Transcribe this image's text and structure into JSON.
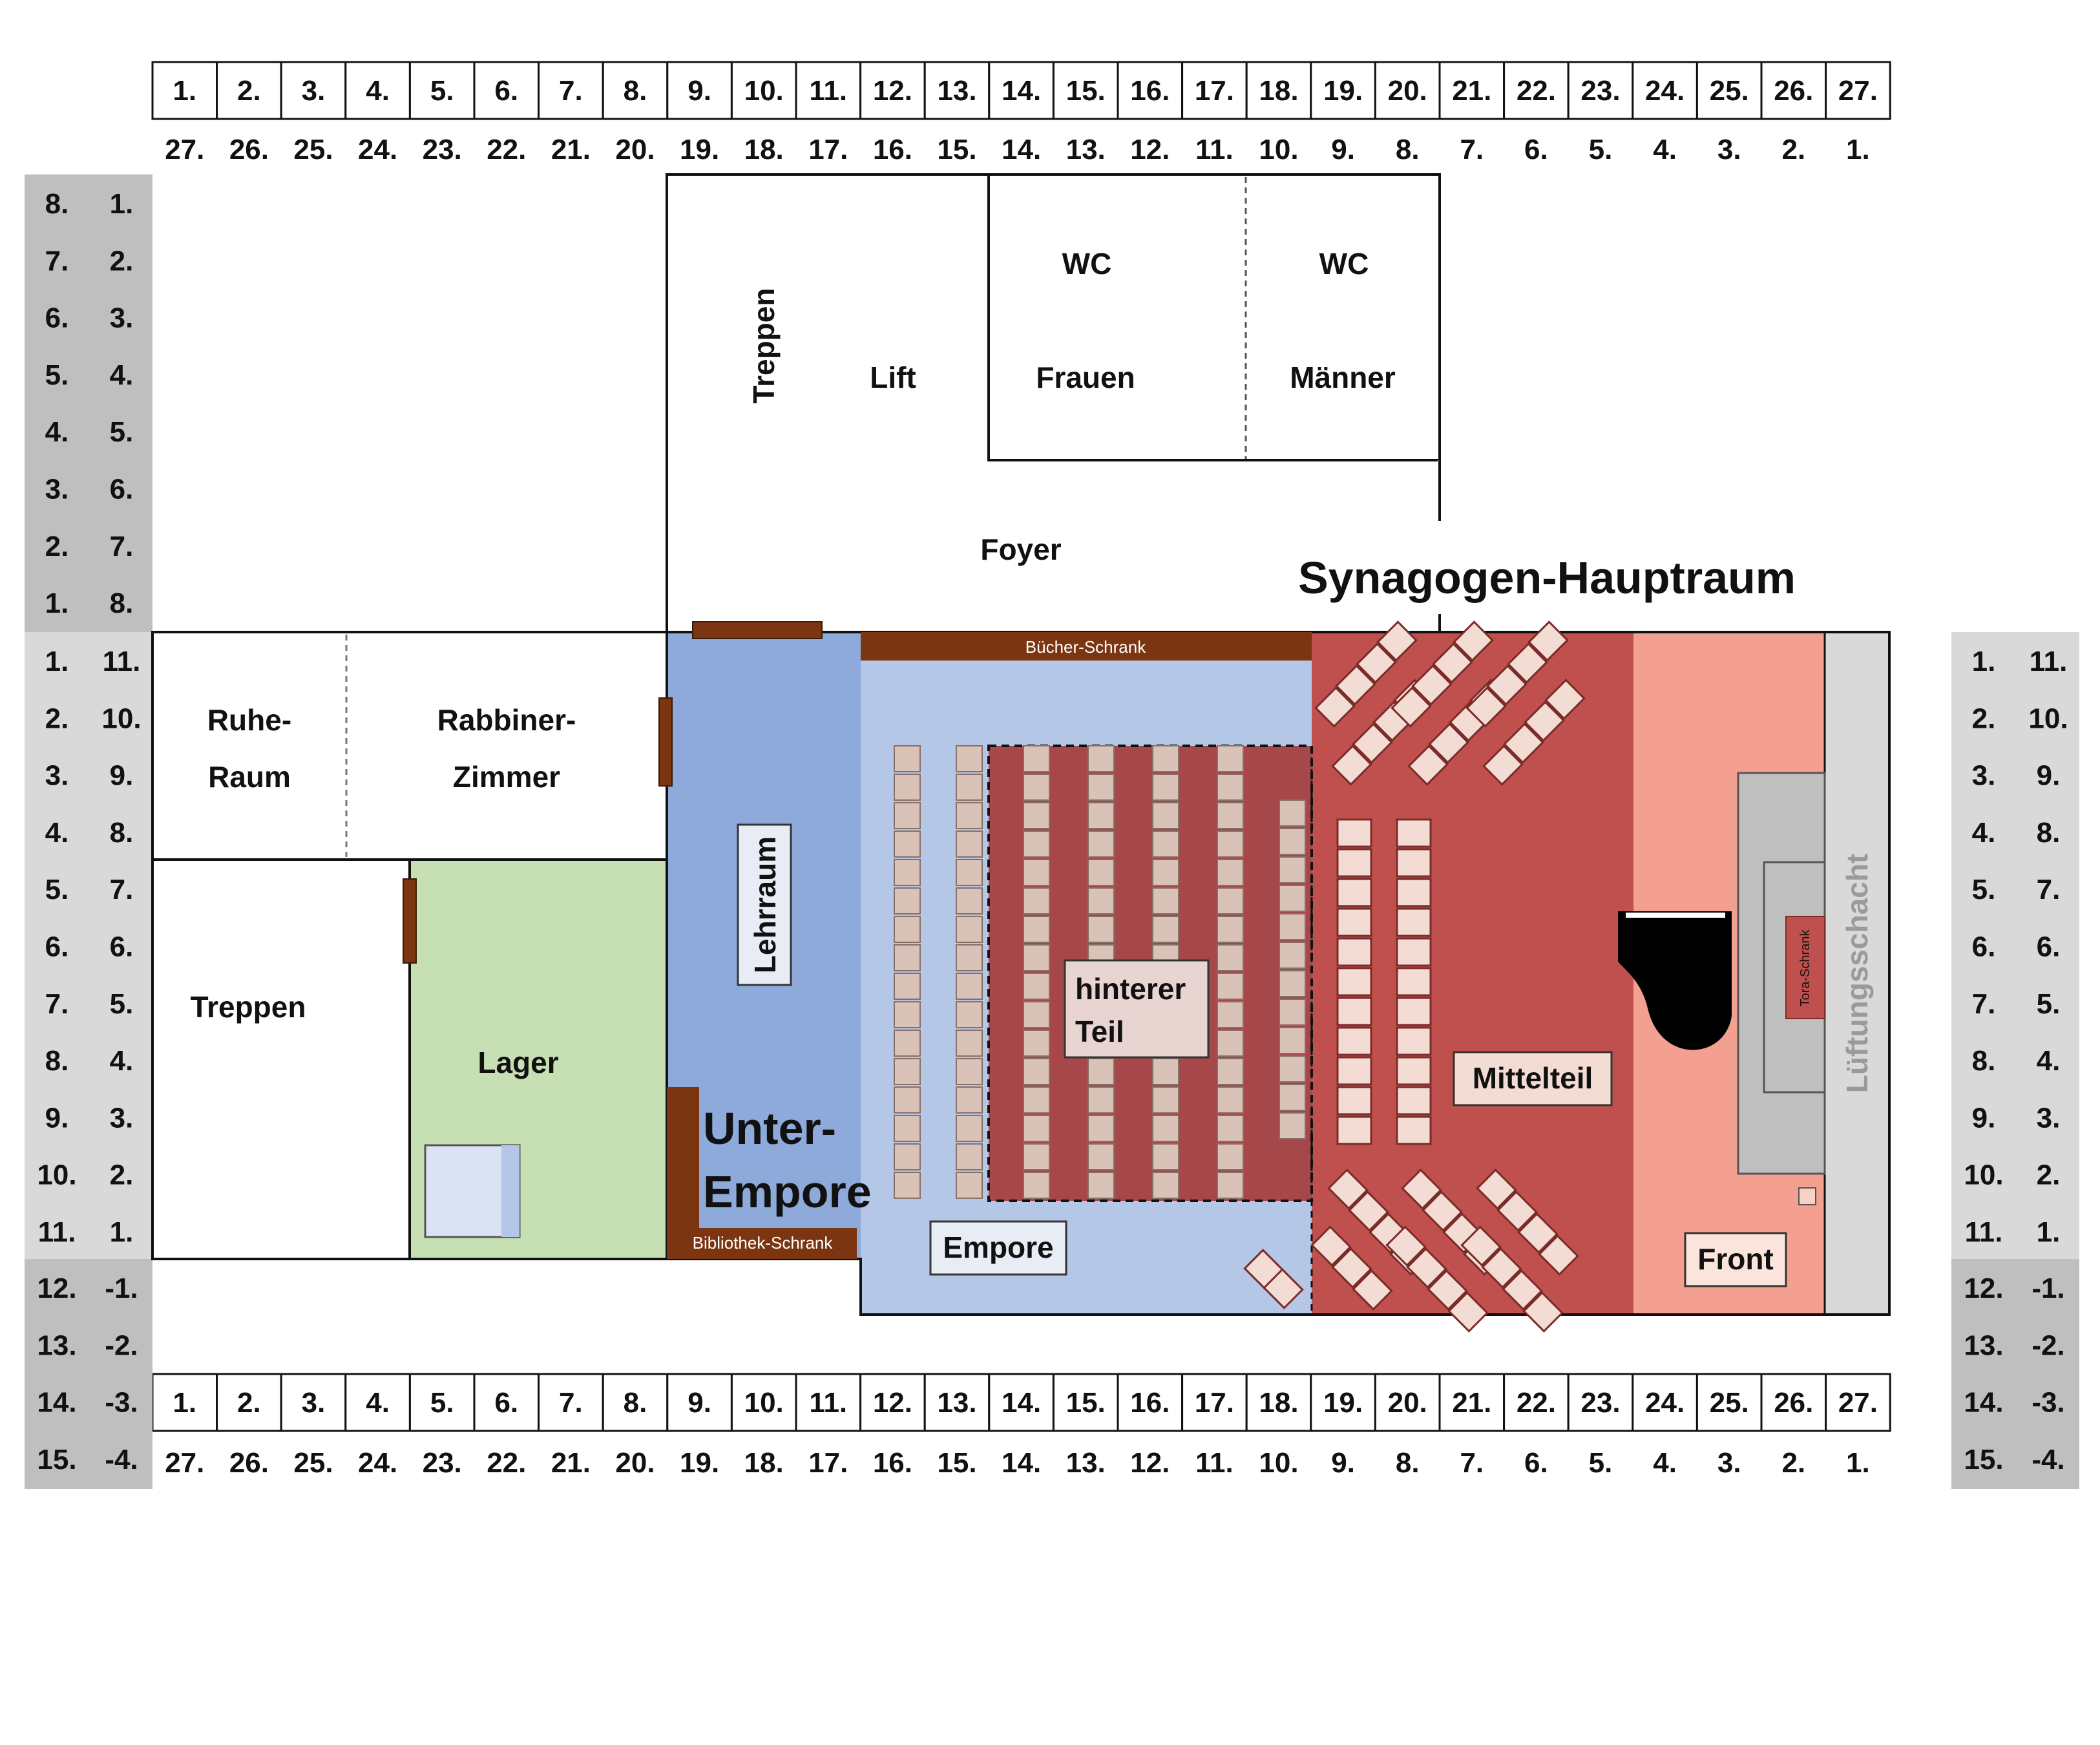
{
  "grid": {
    "top_row_a": [
      "1.",
      "2.",
      "3.",
      "4.",
      "5.",
      "6.",
      "7.",
      "8.",
      "9.",
      "10.",
      "11.",
      "12.",
      "13.",
      "14.",
      "15.",
      "16.",
      "17.",
      "18.",
      "19.",
      "20.",
      "21.",
      "22.",
      "23.",
      "24.",
      "25.",
      "26.",
      "27."
    ],
    "top_row_b": [
      "27.",
      "26.",
      "25.",
      "24.",
      "23.",
      "22.",
      "21.",
      "20.",
      "19.",
      "18.",
      "17.",
      "16.",
      "15.",
      "14.",
      "13.",
      "12.",
      "11.",
      "10.",
      "9.",
      "8.",
      "7.",
      "6.",
      "5.",
      "4.",
      "3.",
      "2.",
      "1."
    ],
    "left_upper_a": [
      "8.",
      "7.",
      "6.",
      "5.",
      "4.",
      "3.",
      "2.",
      "1."
    ],
    "left_upper_b": [
      "1.",
      "2.",
      "3.",
      "4.",
      "5.",
      "6.",
      "7.",
      "8."
    ],
    "side_mid_a": [
      "1.",
      "2.",
      "3.",
      "4.",
      "5.",
      "6.",
      "7.",
      "8.",
      "9.",
      "10.",
      "11."
    ],
    "side_mid_b": [
      "11.",
      "10.",
      "9.",
      "8.",
      "7.",
      "6.",
      "5.",
      "4.",
      "3.",
      "2.",
      "1."
    ],
    "side_low_a": [
      "12.",
      "13.",
      "14.",
      "15."
    ],
    "side_low_b": [
      "-1.",
      "-2.",
      "-3.",
      "-4."
    ]
  },
  "labels": {
    "treppen_top": "Treppen",
    "lift": "Lift",
    "wc_frauen_1": "WC",
    "wc_frauen_2": "Frauen",
    "wc_maenner_1": "WC",
    "wc_maenner_2": "Männer",
    "foyer": "Foyer",
    "hauptraum": "Synagogen-Hauptraum",
    "buecher_schrank": "Bücher-Schrank",
    "ruhe_1": "Ruhe-",
    "ruhe_2": "Raum",
    "rabbiner_1": "Rabbiner-",
    "rabbiner_2": "Zimmer",
    "treppen_left": "Treppen",
    "lager": "Lager",
    "lehrraum": "Lehrraum",
    "unter_1": "Unter-",
    "unter_2": "Empore",
    "bibliothek_schrank": "Bibliothek-Schrank",
    "empore": "Empore",
    "hinterer_1": "hinterer",
    "hinterer_2": "Teil",
    "mittelteil": "Mittelteil",
    "front": "Front",
    "tora_schrank": "Tora-Schrank",
    "lueftung": "Lüftungsschacht"
  },
  "colors": {
    "grid_dark": "#bfbfbf",
    "grid_light": "#d9d9d9",
    "unter_empore": "#8eaadb",
    "empore": "#b4c7e7",
    "hinterer_teil": "#a6474a",
    "mittelteil": "#c0504d",
    "front": "#f4a090",
    "lager": "#c6e0b4",
    "furniture": "#7b3511",
    "vent": "#d9d9d9",
    "seat_light": "#d9c3b8",
    "seat_red": "#f3dcd4"
  }
}
